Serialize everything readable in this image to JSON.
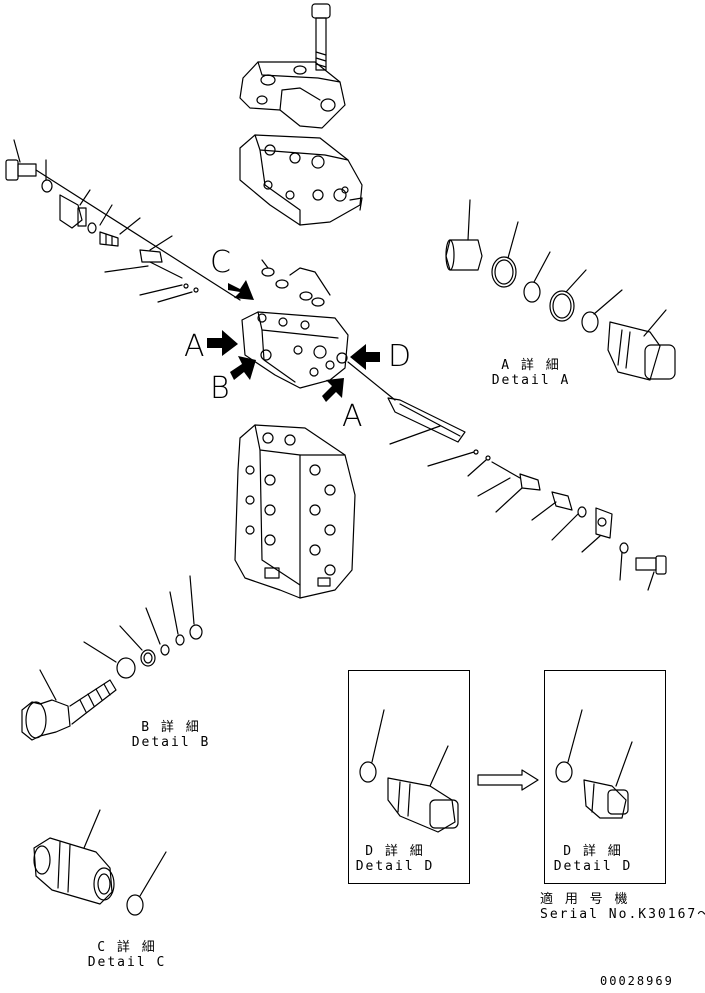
{
  "callouts": {
    "a1": "A",
    "a2": "A",
    "b": "B",
    "c": "C",
    "d": "D"
  },
  "detail_a": {
    "jp": "A 詳 細",
    "en": "Detail A"
  },
  "detail_b": {
    "jp": "B 詳 細",
    "en": "Detail B"
  },
  "detail_c": {
    "jp": "C 詳 細",
    "en": "Detail C"
  },
  "detail_d_old": {
    "jp": "D 詳 細",
    "en": "Detail D"
  },
  "detail_d_new": {
    "jp": "D 詳 細",
    "en": "Detail D"
  },
  "serial": {
    "jp": "適 用 号 機",
    "en": "Serial No.K30167～"
  },
  "drawing_number": "00028969"
}
